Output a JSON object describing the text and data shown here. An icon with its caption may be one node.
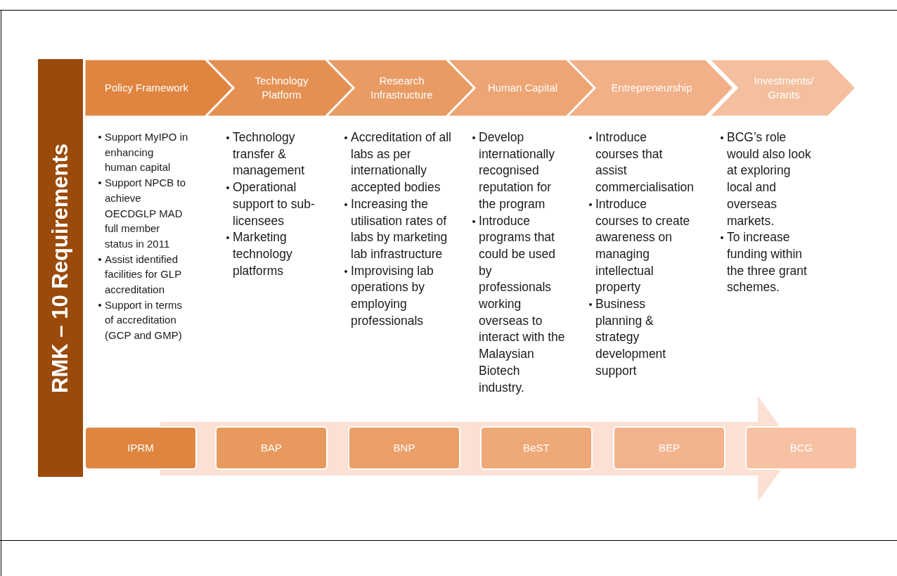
{
  "diagram": {
    "nodes": [
      {
        "text": [
          "RMK – 10 Requirements"
        ]
      },
      {
        "text": [
          "Policy Framework"
        ],
        "beside": [
          "Support MyIPO in enhancing human capital",
          "Support NPCB to achieve OECDGLP MAD full member status in 2011",
          "Assist identified facilities for GLP accreditation",
          "Support in terms of accreditation (GCP and GMP)"
        ]
      },
      {
        "text": [
          "Technology Platform"
        ],
        "beside": [
          "Technology transfer & management",
          "Operational support to sub-licensees",
          "Marketing technology platforms"
        ]
      },
      {
        "text": [
          "Research Infrastructure"
        ],
        "beside": [
          "Accreditation of all labs  as per internationally accepted bodies",
          "Increasing the utilisation rates of  labs by marketing lab infrastructure",
          "Improvising lab operations by employing professionals"
        ]
      },
      {
        "text": [
          "Human Capital"
        ],
        "beside": [
          "Develop internationally recognised reputation for the program",
          "Introduce programs that could be used by professionals working overseas to interact with the Malaysian Biotech industry."
        ]
      },
      {
        "text": [
          "Entrepreneurship"
        ],
        "beside": [
          "Introduce courses that assist commercialisation",
          "Introduce courses to create awareness on managing intellectual property",
          "Business planning & strategy development support"
        ]
      },
      {
        "text": [
          "Investments/ Grants"
        ],
        "beside": [
          "BCG’s role would also look at exploring local and overseas markets.",
          "To increase funding within the three grant schemes."
        ]
      },
      {
        "text": [
          "IPRM"
        ]
      },
      {
        "text": [
          "BAP"
        ]
      },
      {
        "text": [
          "BNP"
        ]
      },
      {
        "text": [
          "BeST"
        ]
      },
      {
        "text": [
          "BEP"
        ]
      },
      {
        "text": [
          "BCG"
        ]
      }
    ],
    "edges": []
  }
}
